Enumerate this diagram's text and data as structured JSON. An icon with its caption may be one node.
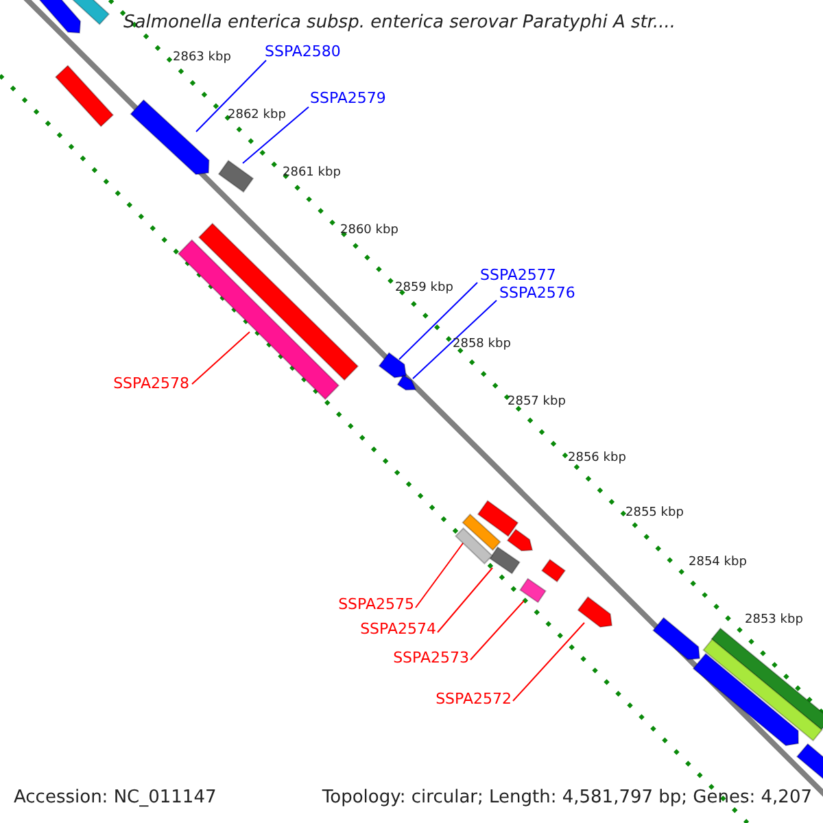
{
  "diagram": {
    "title": "Salmonella enterica subsp. enterica serovar Paratyphi A str....",
    "nodes": [
      {
        "text": [
          "SSPA2580"
        ]
      },
      {
        "text": [],
        "shape": "bar"
      },
      {
        "text": [
          "SSPA2579"
        ]
      },
      {
        "text": [],
        "shape": "bar"
      },
      {
        "text": [
          "SSPA2577"
        ]
      },
      {
        "text": [],
        "shape": "bar"
      },
      {
        "text": [
          "SSPA2576"
        ]
      },
      {
        "text": [],
        "shape": "bar"
      },
      {
        "text": [
          "SSPA2578"
        ]
      },
      {
        "text": [],
        "shape": "bar"
      },
      {
        "text": [
          "SSPA2575"
        ]
      },
      {
        "text": [],
        "shape": "bar"
      },
      {
        "text": [
          "SSPA2574"
        ]
      },
      {
        "text": [],
        "shape": "bar"
      },
      {
        "text": [
          "SSPA2573"
        ]
      },
      {
        "text": [],
        "shape": "bar"
      },
      {
        "text": [
          "SSPA2572"
        ]
      },
      {
        "text": [],
        "shape": "bar"
      },
      {
        "text": [],
        "shape": "bar"
      },
      {
        "text": [],
        "shape": "bar"
      },
      {
        "text": [],
        "shape": "bar"
      },
      {
        "text": [],
        "shape": "bar"
      },
      {
        "text": [],
        "shape": "bar"
      },
      {
        "text": [],
        "shape": "bar"
      },
      {
        "text": [],
        "shape": "bar"
      },
      {
        "text": [],
        "shape": "bar"
      },
      {
        "text": [],
        "shape": "bar"
      },
      {
        "text": [],
        "shape": "bar"
      },
      {
        "text": [],
        "shape": "bar"
      },
      {
        "text": [],
        "shape": "bar"
      },
      {
        "text": [],
        "shape": "bar"
      }
    ],
    "edges": [
      {
        "from": 0,
        "to": 1,
        "arrow": "none",
        "color": "#0000ff"
      },
      {
        "from": 2,
        "to": 3,
        "arrow": "none",
        "color": "#0000ff"
      },
      {
        "from": 4,
        "to": 5,
        "arrow": "none",
        "color": "#0000ff"
      },
      {
        "from": 6,
        "to": 7,
        "arrow": "none",
        "color": "#0000ff"
      },
      {
        "from": 8,
        "to": 9,
        "arrow": "none"
      },
      {
        "from": 10,
        "to": 11,
        "arrow": "none"
      },
      {
        "from": 12,
        "to": 13,
        "arrow": "none"
      },
      {
        "from": 14,
        "to": 15,
        "arrow": "none"
      },
      {
        "from": 16,
        "to": 17,
        "arrow": "none"
      }
    ],
    "labels": [
      "2863 kbp",
      "2862 kbp",
      "2861 kbp",
      "2860 kbp",
      "2859 kbp",
      "2858 kbp",
      "2857 kbp",
      "2856 kbp",
      "2855 kbp",
      "2854 kbp",
      "2853 kbp",
      "Accession: NC_011147",
      "Topology: circular; Length: 4,581,797 bp; Genes: 4,207"
    ]
  }
}
